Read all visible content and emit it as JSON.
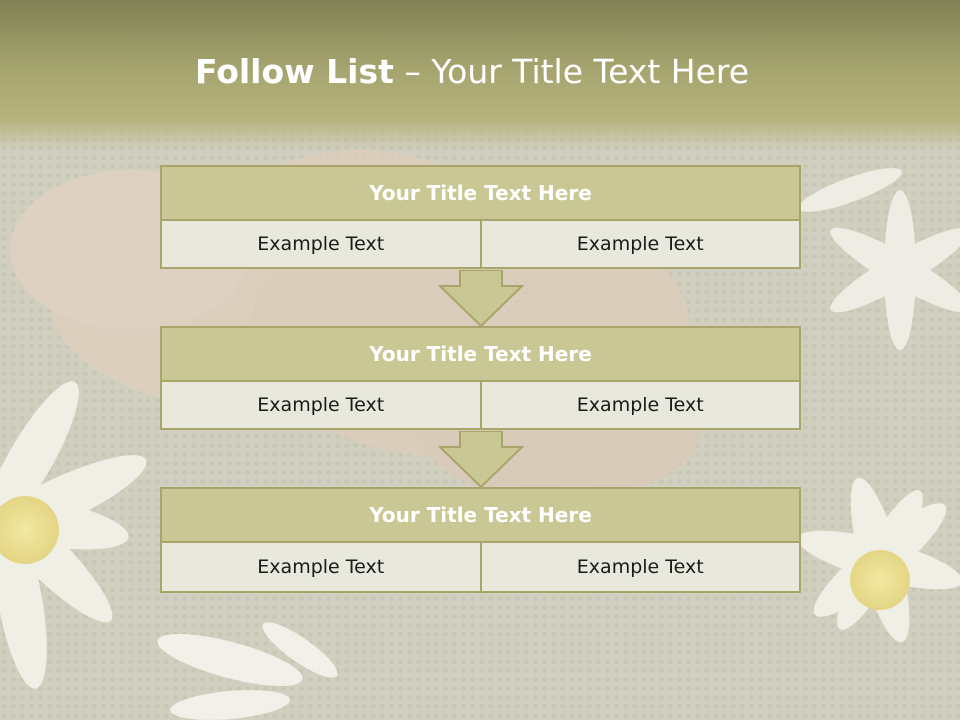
{
  "slide": {
    "title_bold": "Follow List",
    "title_rest": " – Your Title Text Here"
  },
  "blocks": [
    {
      "title": "Your Title Text Here",
      "left": "Example Text",
      "right": "Example Text"
    },
    {
      "title": "Your Title Text Here",
      "left": "Example Text",
      "right": "Example Text"
    },
    {
      "title": "Your Title Text Here",
      "left": "Example Text",
      "right": "Example Text"
    }
  ],
  "colors": {
    "title_band": "#a5a46e",
    "block_fill": "#c9c794",
    "block_border": "#a9a56a",
    "cell_fill": "#e8e8dc"
  }
}
